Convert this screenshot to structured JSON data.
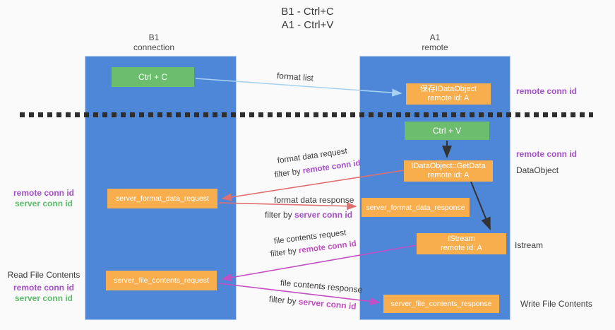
{
  "title": {
    "line1": "B1 - Ctrl+C",
    "line2": "A1 - Ctrl+V"
  },
  "lanes": {
    "left": {
      "name": "B1",
      "role": "connection"
    },
    "right": {
      "name": "A1",
      "role": "remote"
    }
  },
  "boxes": {
    "ctrl_c": {
      "label": "Ctrl + C"
    },
    "ctrl_v": {
      "label": "Ctrl + V"
    },
    "save_idataobject": {
      "line1": "保存IDataObject",
      "line2": "remote id: A"
    },
    "getdata": {
      "line1": "IDataObject::GetData",
      "line2": "remote id: A"
    },
    "istream": {
      "line1": "IStream",
      "line2": "remote id: A"
    },
    "format_request": {
      "label": "server_format_data_request"
    },
    "format_response": {
      "label": "server_format_data_response"
    },
    "file_request": {
      "label": "server_file_contents_request"
    },
    "file_response": {
      "label": "server_file_contents_response"
    }
  },
  "right_labels": {
    "remote_conn_id_top": "remote conn id",
    "remote_conn_id_mid": "remote conn id",
    "dataobject": "DataObject",
    "istream": "Istream",
    "write_file_contents": "Write File Contents"
  },
  "left_labels": {
    "remote_conn_id_1": "remote conn id",
    "server_conn_id_1": "server conn id",
    "read_file_contents": "Read File Contents",
    "remote_conn_id_2": "remote conn id",
    "server_conn_id_2": "server conn id"
  },
  "arrow_labels": {
    "format_list": "format list",
    "format_data_request": "format data request",
    "format_data_response": "format data response",
    "file_contents_request": "file contents request",
    "file_contents_response": "file contents response",
    "filter_by": "filter by ",
    "remote_conn_id": "remote conn id",
    "server_conn_id": "server conn id"
  },
  "colors": {
    "lane_blue": "#4e86d8",
    "box_orange": "#f9ae4e",
    "box_green": "#6cbe6e",
    "arrow_lightblue": "#a8d2f2",
    "arrow_red": "#e06f6f",
    "arrow_magenta": "#c44ec4",
    "arrow_black": "#333333",
    "text_purple": "#a64fc8",
    "text_green": "#5cbe6c",
    "text_dark": "#3c3c3c"
  }
}
